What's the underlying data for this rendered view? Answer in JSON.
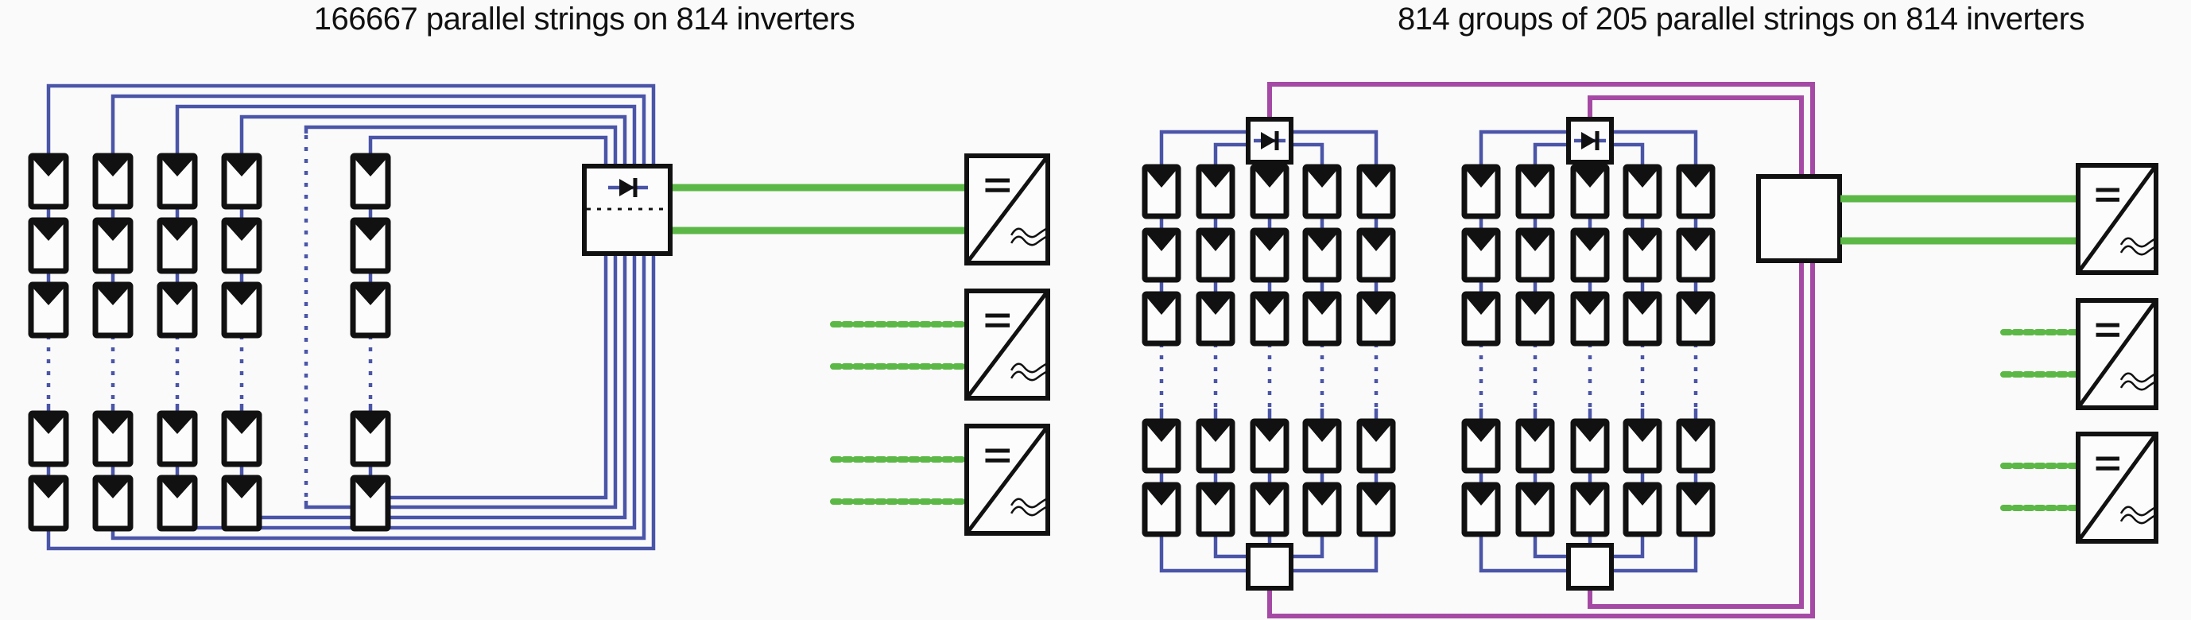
{
  "left_panel": {
    "title": "166667 parallel strings on 814 inverters",
    "strings_parallel": 166667,
    "inverters": 814,
    "visible_string_columns": 5,
    "modules_per_column_visible": 5,
    "combiner": {
      "has_diode": true,
      "icon": "diode-icon"
    },
    "inverter_count_drawn": 3
  },
  "right_panel": {
    "title": "814 groups of 205 parallel strings on 814 inverters",
    "groups": 814,
    "strings_per_group": 205,
    "inverters": 814,
    "visible_groups": 2,
    "columns_per_group": 5,
    "modules_per_column_visible": 5,
    "inverter_count_drawn": 3
  },
  "colors": {
    "string_wire": "#4a55a8",
    "group_wire": "#a54aa4",
    "dc_main": "#5cb846",
    "outline": "#111111",
    "background": "#fafafa"
  },
  "icons": {
    "pv_module": "solar-module-icon",
    "inverter": "dc-ac-inverter-icon",
    "diode": "diode-icon",
    "combiner": "combiner-box-icon"
  }
}
